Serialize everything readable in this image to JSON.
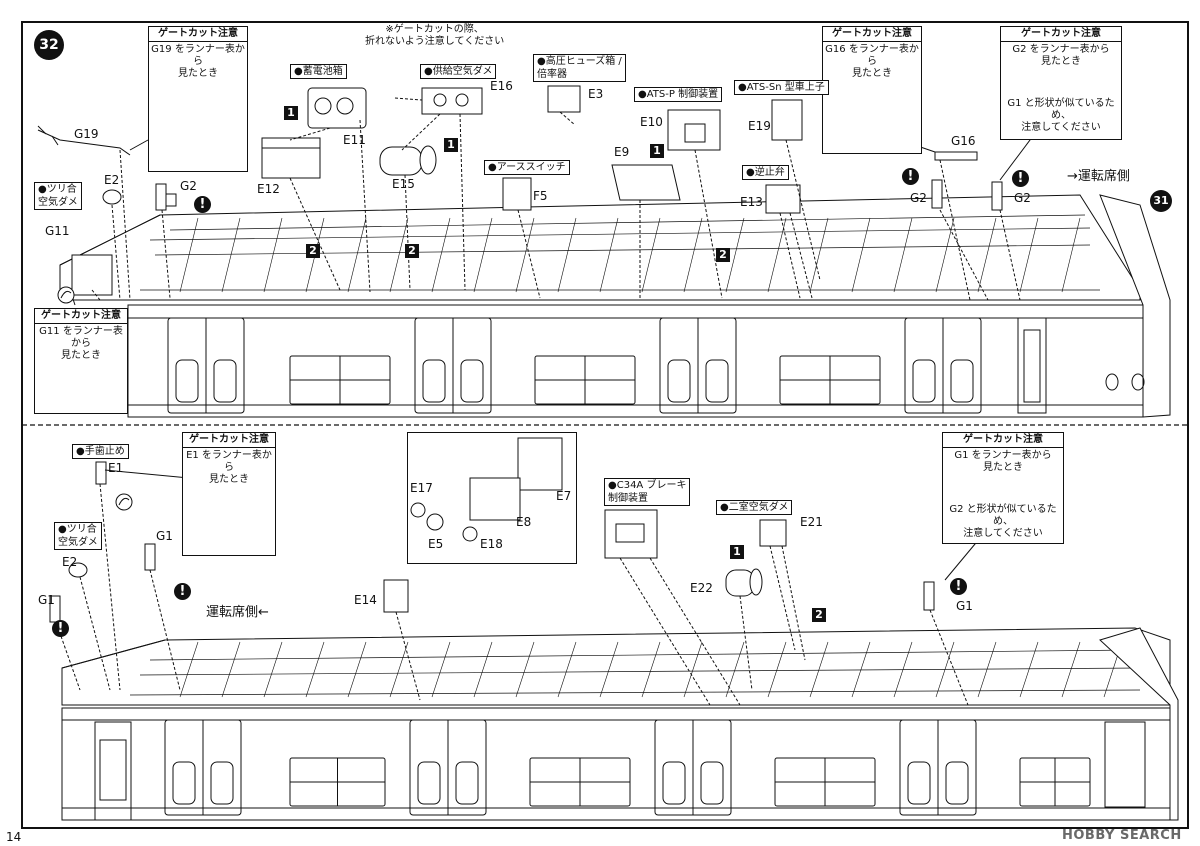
{
  "page": {
    "step_number": "32",
    "next_step": "31",
    "page_number": "14",
    "watermark": "HOBBY SEARCH"
  },
  "gate_cut_title": "ゲートカット注意",
  "gate_cut_notes": {
    "g19": {
      "body": "G19 をランナー表から\n見たとき"
    },
    "g11": {
      "body": "G11 をランナー表から\n見たとき"
    },
    "g16": {
      "body": "G16 をランナー表から\n見たとき"
    },
    "g2": {
      "body": "G2 をランナー表から\n見たとき",
      "note": "G1 と形状が似ているため、\n注意してください"
    },
    "e1": {
      "body": "E1 をランナー表から\n見たとき"
    },
    "g1": {
      "body": "G1 をランナー表から\n見たとき",
      "note": "G2 と形状が似ているため、\n注意してください"
    }
  },
  "top_note": "※ゲートカットの際、\n折れないよう注意してください",
  "part_tags": {
    "battery": "●蓄電池箱",
    "supply_air": "●供給空気ダメ",
    "hv_fuse": "●高圧ヒューズ箱 /\n倍率器",
    "ats_p": "●ATS-P 制御装置",
    "ats_sn": "●ATS-Sn 型車上子",
    "earth_switch": "●アーススイッチ",
    "check_valve": "●逆止弁",
    "tsuri_top": "●ツリ合\n空気ダメ",
    "tsuri_bottom": "●ツリ合\n空気ダメ",
    "hand_brake": "●手歯止め",
    "c34a": "●C34A ブレーキ\n制御装置",
    "two_chamber": "●二室空気ダメ"
  },
  "direction": {
    "top": "→運転席側",
    "bottom": "運転席側←"
  },
  "part_labels": {
    "G19": "G19",
    "E2a": "E2",
    "G2a": "G2",
    "G11": "G11",
    "E11": "E11",
    "E12": "E12",
    "E15": "E15",
    "E16": "E16",
    "E3": "E3",
    "F5": "F5",
    "E9": "E9",
    "E10": "E10",
    "E19": "E19",
    "E13": "E13",
    "G16": "G16",
    "G2b": "G2",
    "G2c": "G2",
    "E1": "E1",
    "E2b": "E2",
    "G1a": "G1",
    "G1b": "G1",
    "G1c": "G1",
    "E14": "E14",
    "E17": "E17",
    "E5": "E5",
    "E18": "E18",
    "E8": "E8",
    "E7": "E7",
    "E21": "E21",
    "E22": "E22"
  },
  "order_marks": {
    "one": "1",
    "two": "2"
  },
  "warn_mark": "!"
}
